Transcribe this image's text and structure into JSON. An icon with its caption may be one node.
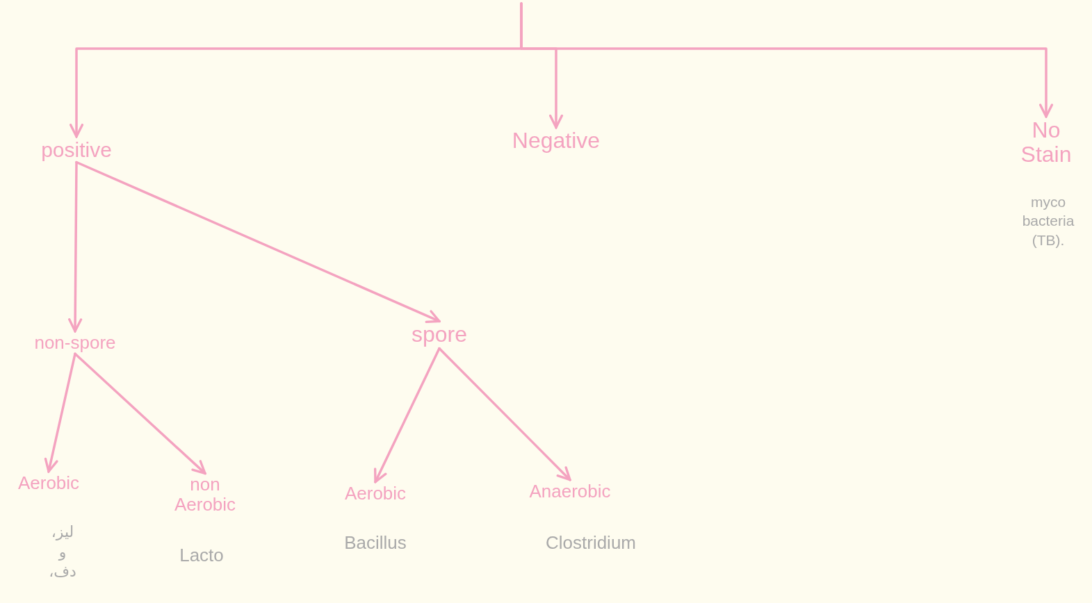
{
  "diagram": {
    "nodes": [
      {
        "text": [
          "positive"
        ]
      },
      {
        "text": [
          "Negative"
        ]
      },
      {
        "text": [
          "No Stain"
        ],
        "beside": [
          "myco bacteria (TB)."
        ]
      },
      {
        "text": [
          "non-spore"
        ]
      },
      {
        "text": [
          "spore"
        ]
      },
      {
        "text": [
          "Aerobic"
        ],
        "beside": [
          "ليز، و دف،"
        ]
      },
      {
        "text": [
          "non Aerobic"
        ],
        "beside": [
          "Lacto"
        ]
      },
      {
        "text": [
          "Aerobic"
        ],
        "beside": [
          "Bacillus"
        ]
      },
      {
        "text": [
          "Anaerobic"
        ],
        "beside": [
          "Clostridium"
        ]
      }
    ],
    "edges": [
      {
        "from": null,
        "to": 0,
        "arrow": "to"
      },
      {
        "from": null,
        "to": 1,
        "arrow": "to"
      },
      {
        "from": null,
        "to": 2,
        "arrow": "to"
      },
      {
        "from": 0,
        "to": 3,
        "arrow": "to"
      },
      {
        "from": 0,
        "to": 4,
        "arrow": "to"
      },
      {
        "from": 3,
        "to": 5,
        "arrow": "to"
      },
      {
        "from": 3,
        "to": 6,
        "arrow": "to"
      },
      {
        "from": 4,
        "to": 7,
        "arrow": "to"
      },
      {
        "from": 4,
        "to": 8,
        "arrow": "to"
      }
    ]
  }
}
